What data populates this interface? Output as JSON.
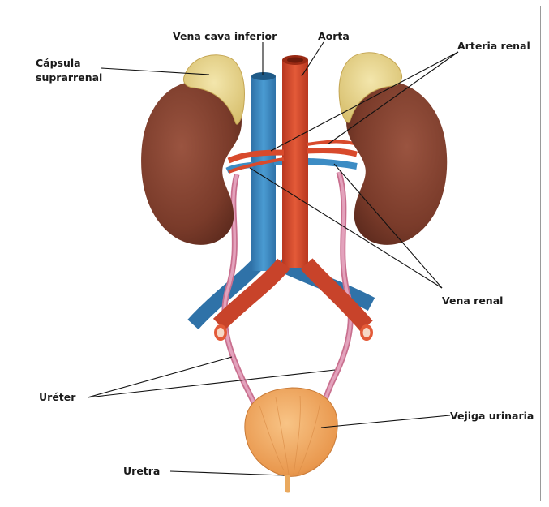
{
  "diagram": {
    "labels": {
      "capsula_line1": "Cápsula",
      "capsula_line2": "suprarrenal",
      "vena_cava": "Vena cava inferior",
      "aorta": "Aorta",
      "arteria_renal": "Arteria renal",
      "vena_renal": "Vena renal",
      "ureter": "Uréter",
      "vejiga": "Vejiga urinaria",
      "uretra": "Uretra"
    },
    "colors": {
      "kidney": "#7a3b2a",
      "adrenal": "#e8d490",
      "vein": "#3c8cc4",
      "artery": "#d84a2c",
      "ureter": "#d98aa8",
      "bladder": "#eea45c"
    }
  }
}
